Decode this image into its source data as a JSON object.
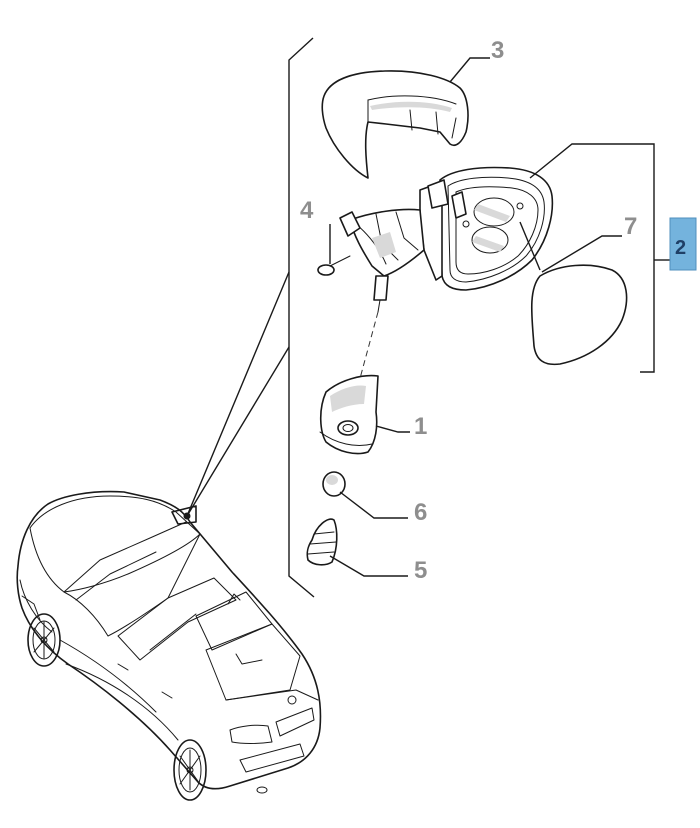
{
  "callouts": {
    "p1": "1",
    "p2": "2",
    "p3": "3",
    "p4": "4",
    "p5": "5",
    "p6": "6",
    "p7": "7"
  },
  "colors": {
    "badge_fill": "#74b3dd",
    "badge_text": "#1f3f66",
    "callout_text": "#8e8e8e",
    "line": "#1a1a1a"
  }
}
